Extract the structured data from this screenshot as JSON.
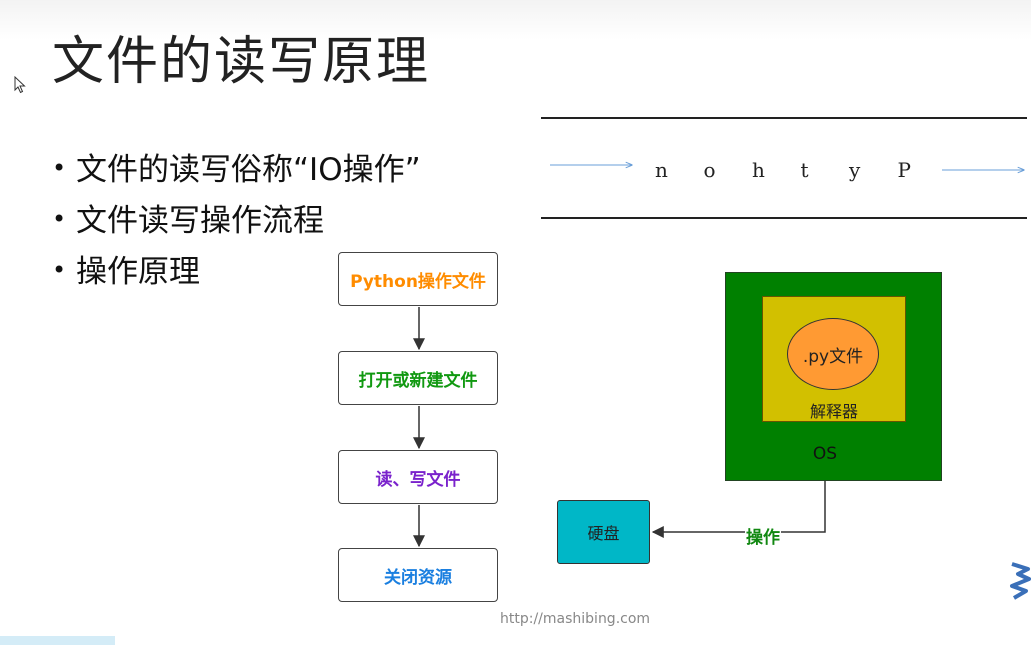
{
  "slide": {
    "title": "文件的读写原理",
    "bullets": [
      "文件的读写俗称“IO操作”",
      "文件读写操作流程",
      "操作原理"
    ],
    "footer_url": "http://mashibing.com"
  },
  "flowchart": {
    "steps": [
      {
        "label": "Python操作文件",
        "color": "#ff8c00"
      },
      {
        "label": "打开或新建文件",
        "color": "#119911"
      },
      {
        "label": "读、写文件",
        "color": "#7a22cc"
      },
      {
        "label": "关闭资源",
        "color": "#1a7fe0"
      }
    ]
  },
  "tape": {
    "chars": [
      "n",
      "o",
      "h",
      "t",
      "y",
      "P"
    ],
    "arrow_color": "#6a9fd8"
  },
  "system": {
    "py_file": ".py文件",
    "interpreter": "解释器",
    "os": "OS",
    "disk": "硬盘",
    "operation": "操作",
    "os_color": "#008000",
    "interpreter_color": "#d2c000",
    "py_color": "#ff9a33",
    "disk_color": "#00b7c7"
  },
  "icons": [
    "cursor-arrow-icon",
    "logo-icon"
  ]
}
